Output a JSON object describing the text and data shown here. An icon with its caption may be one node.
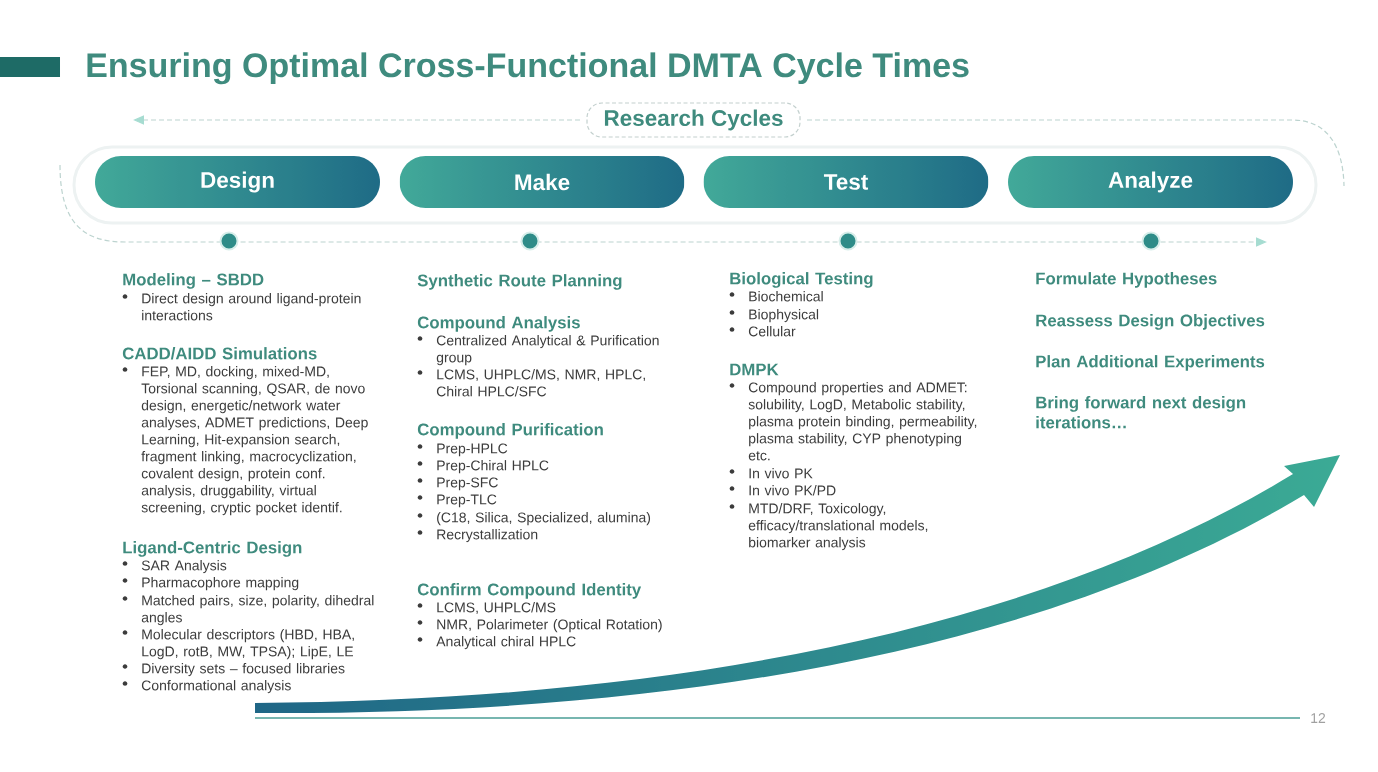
{
  "diagram": {
    "title": "Ensuring Optimal Cross-Functional DMTA Cycle Times",
    "nodes": [
      {
        "text": [
          "Research Cycles"
        ]
      },
      {
        "text": [
          "Design"
        ]
      },
      {
        "text": [
          "Make"
        ]
      },
      {
        "text": [
          "Test"
        ]
      },
      {
        "text": [
          "Analyze"
        ]
      }
    ],
    "labels": [
      "Modeling – SBDD",
      "Direct design around ligand-protein interactions",
      "CADD/AIDD Simulations",
      "FEP, MD, docking, mixed-MD, Torsional scanning, QSAR, de novo design, energetic/network water analyses, ADMET predictions, Deep Learning, Hit-expansion search, fragment linking, macrocyclization, covalent design, protein conf. analysis, druggability, virtual screening, cryptic pocket identif.",
      "Ligand-Centric Design",
      "SAR Analysis",
      "Pharmacophore mapping",
      "Matched pairs, size, polarity, dihedral angles",
      "Molecular descriptors (HBD, HBA, LogD, rotB, MW, TPSA); LipE, LE",
      "Diversity sets – focused libraries",
      "Conformational analysis",
      "Synthetic Route Planning",
      "Compound Analysis",
      "Centralized Analytical & Purification group",
      "LCMS, UHPLC/MS, NMR, HPLC, Chiral HPLC/SFC",
      "Compound Purification",
      "Prep-HPLC",
      "Prep-Chiral HPLC",
      "Prep-SFC",
      "Prep-TLC",
      "(C18, Silica, Specialized, alumina)",
      "Recrystallization",
      "Confirm Compound Identity",
      "LCMS, UHPLC/MS",
      "NMR, Polarimeter (Optical Rotation)",
      "Analytical chiral HPLC",
      "Biological Testing",
      "Biochemical",
      "Biophysical",
      "Cellular",
      "DMPK",
      "Compound properties and ADMET: solubility, LogD, Metabolic stability, plasma protein binding, permeability, plasma stability, CYP phenotyping etc.",
      "In vivo PK",
      "In vivo PK/PD",
      "MTD/DRF, Toxicology, efficacy/translational models, biomarker analysis",
      "Formulate Hypotheses",
      "Reassess Design Objectives",
      "Plan Additional Experiments",
      "Bring forward next design iterations…",
      "12"
    ]
  }
}
